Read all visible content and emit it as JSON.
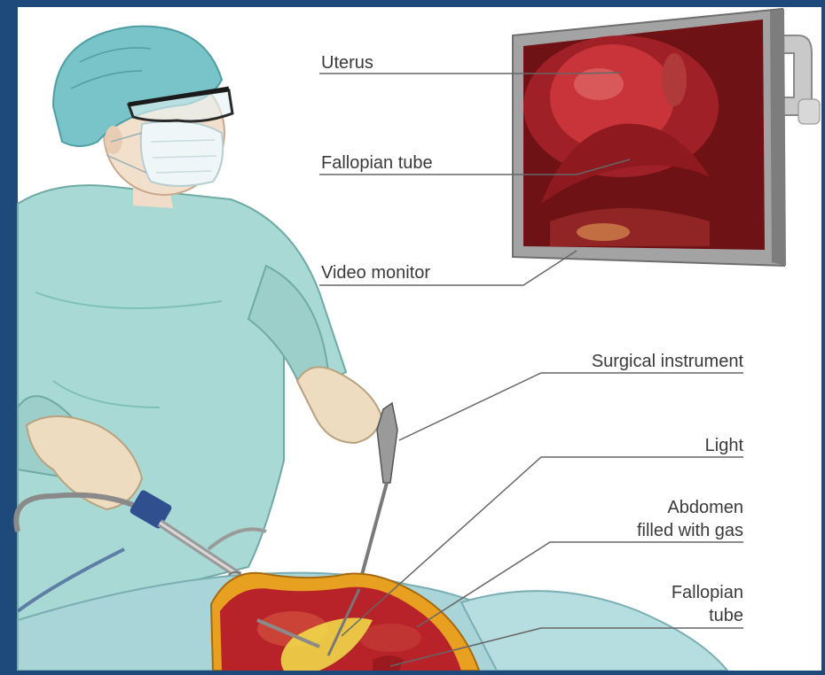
{
  "labels": {
    "uterus": "Uterus",
    "fallopian_tube_monitor": "Fallopian tube",
    "video_monitor": "Video monitor",
    "surgical_instrument": "Surgical instrument",
    "light": "Light",
    "abdomen_line1": "Abdomen",
    "abdomen_line2": "filled with gas",
    "fallopian_tube_lower_line1": "Fallopian",
    "fallopian_tube_lower_line2": "tube"
  },
  "colors": {
    "background_border": "#1d4a7a",
    "panel": "#ffffff",
    "gown": "#a9d9d4",
    "gown_shadow": "#7fbfb9",
    "cap": "#78c4c8",
    "glove": "#eddcbf",
    "monitor_frame": "#9a9a9a",
    "monitor_screen": "#7a1418",
    "tissue_red": "#b8232a",
    "abdomen_fat": "#e8a020",
    "light_glow": "#f2e24a",
    "drape": "#a9d4d8",
    "leader_line": "#666666"
  }
}
